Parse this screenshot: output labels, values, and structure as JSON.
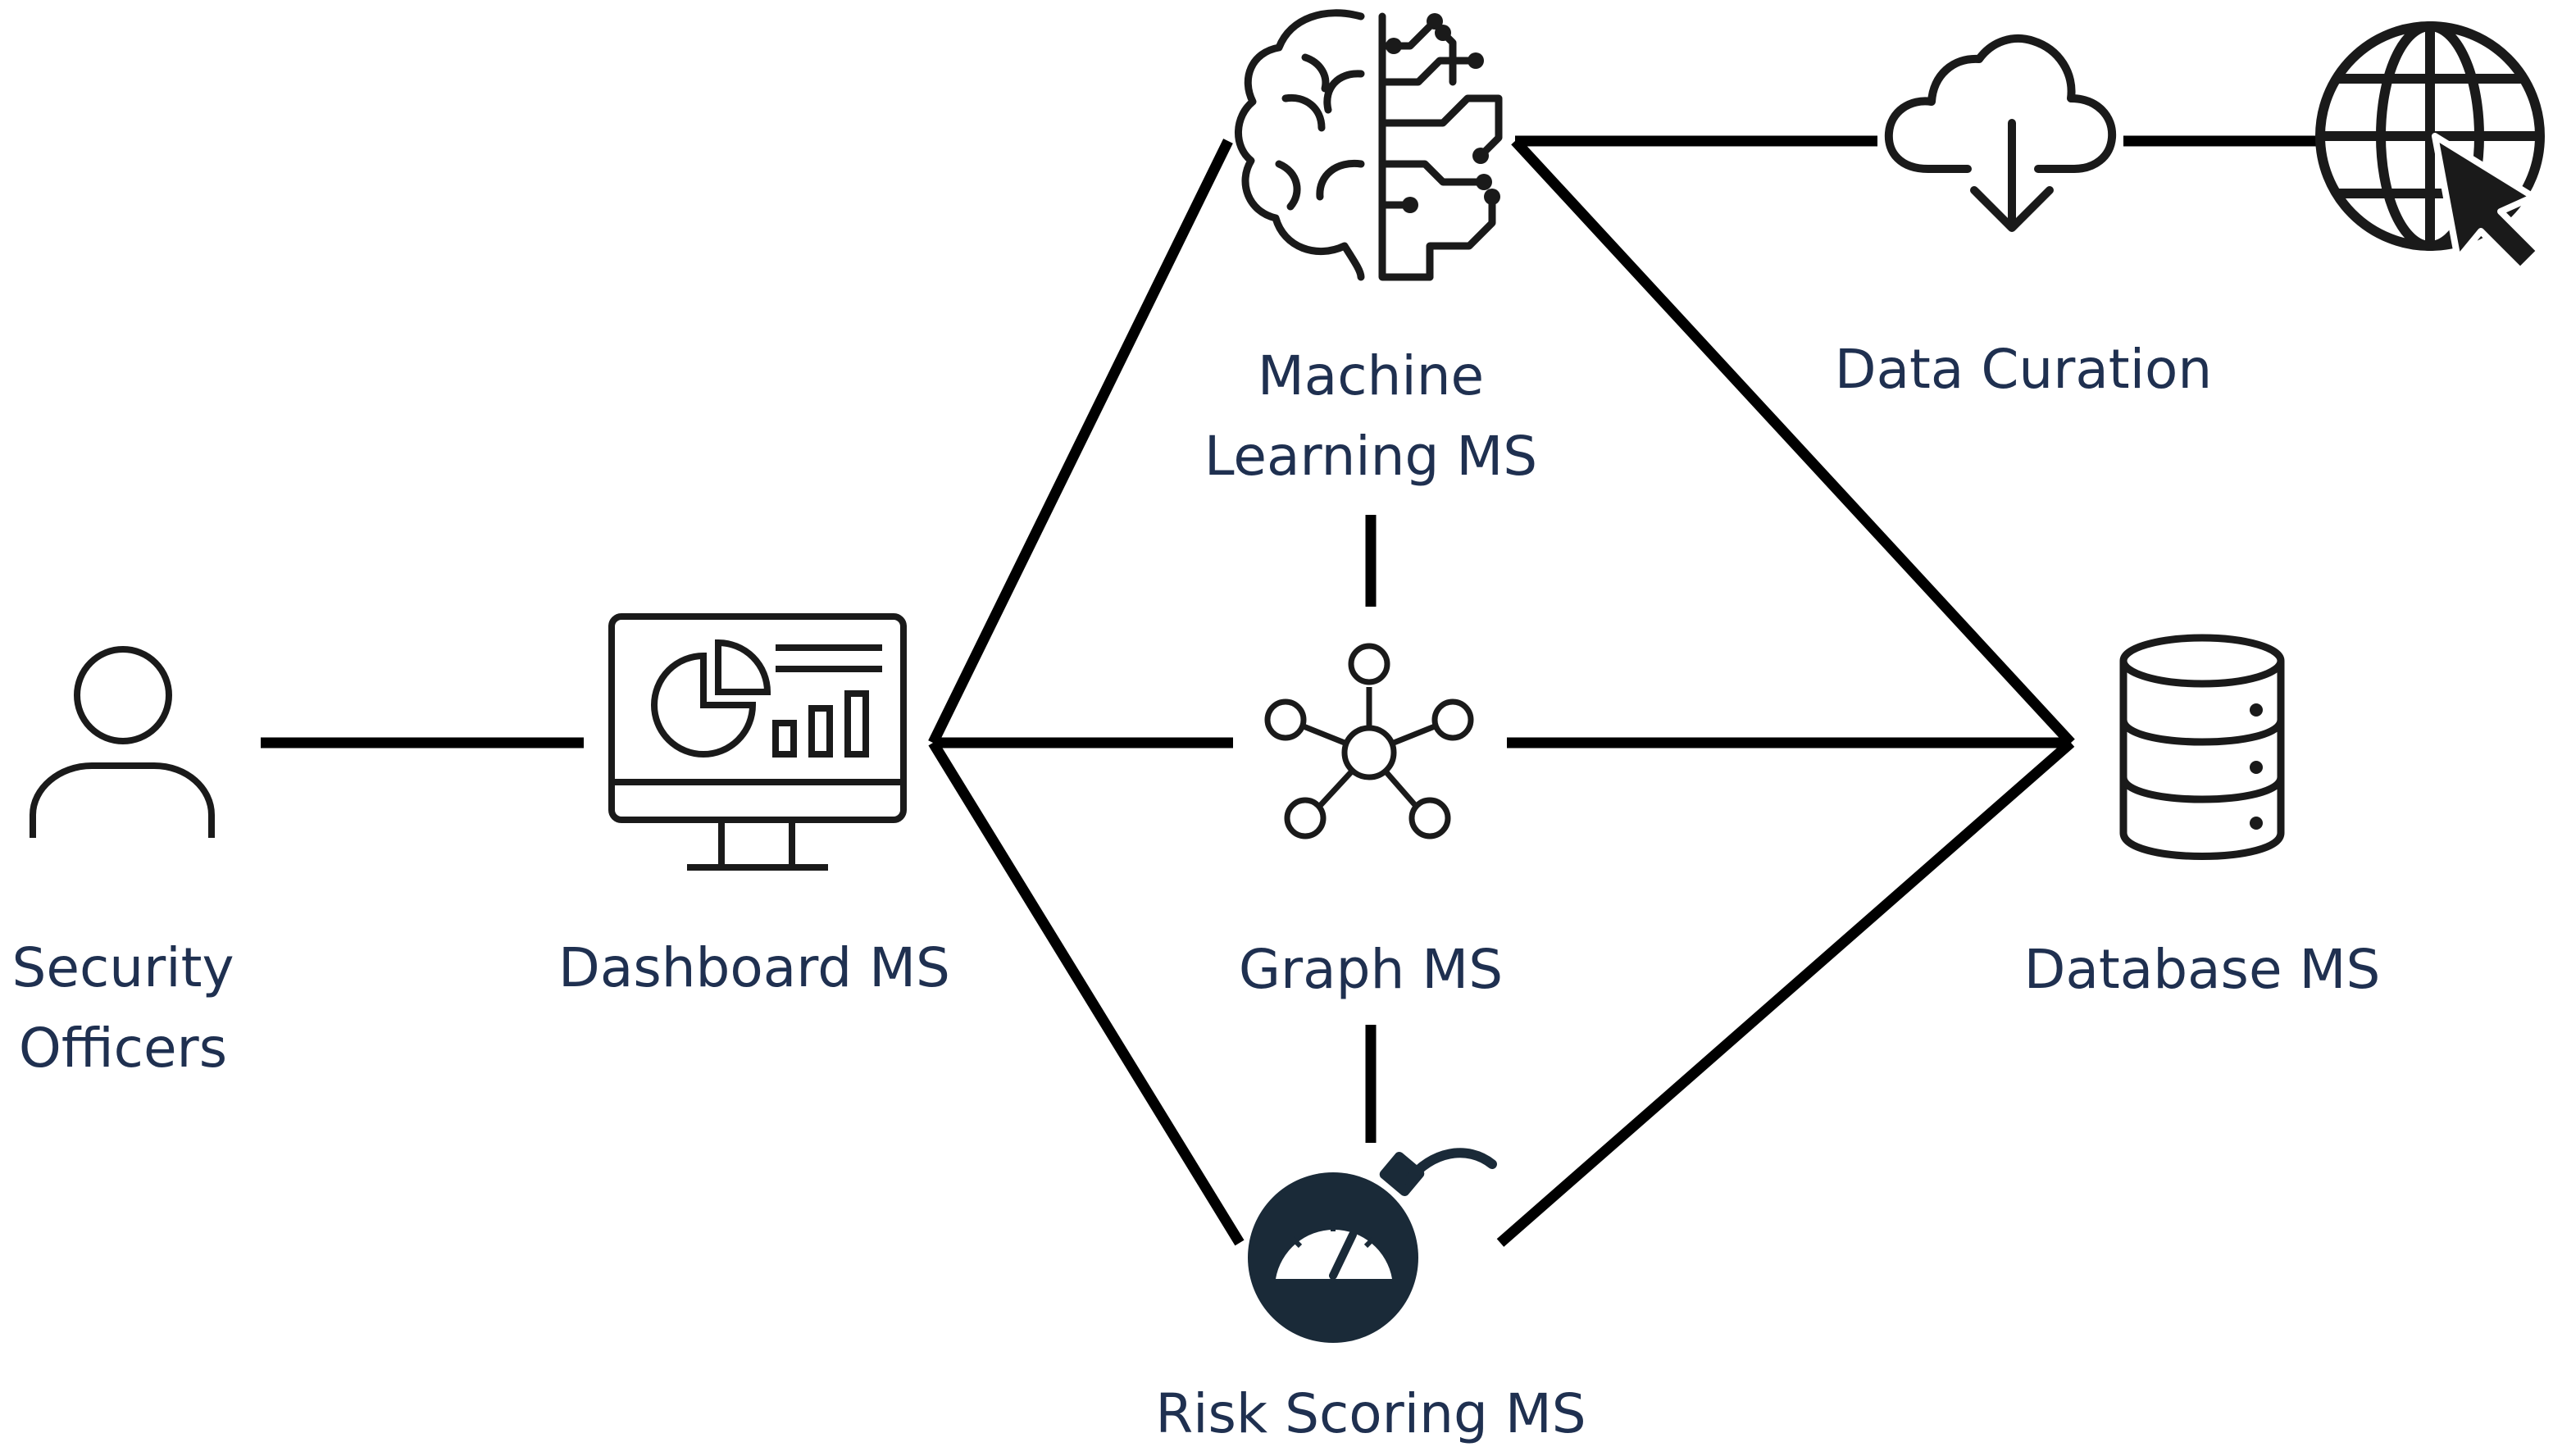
{
  "nodes": {
    "security_officers": {
      "label_lines": [
        "Security",
        "Officers"
      ],
      "icon": "user-icon"
    },
    "dashboard": {
      "label_lines": [
        "Dashboard MS"
      ],
      "icon": "dashboard-monitor-icon"
    },
    "machine_learning": {
      "label_lines": [
        "Machine",
        "Learning MS"
      ],
      "icon": "brain-circuit-icon"
    },
    "graph": {
      "label_lines": [
        "Graph MS"
      ],
      "icon": "network-graph-icon"
    },
    "risk_scoring": {
      "label_lines": [
        "Risk Scoring MS"
      ],
      "icon": "gauge-bomb-icon"
    },
    "data_curation": {
      "label_lines": [
        "Data Curation"
      ],
      "icon": "cloud-download-icon"
    },
    "database": {
      "label_lines": [
        "Database MS"
      ],
      "icon": "database-icon"
    },
    "web": {
      "label_lines": [],
      "icon": "globe-cursor-icon"
    }
  },
  "colors": {
    "label_text": "#1f3050",
    "line": "#000000",
    "icon_dark": "#1a2a38"
  }
}
